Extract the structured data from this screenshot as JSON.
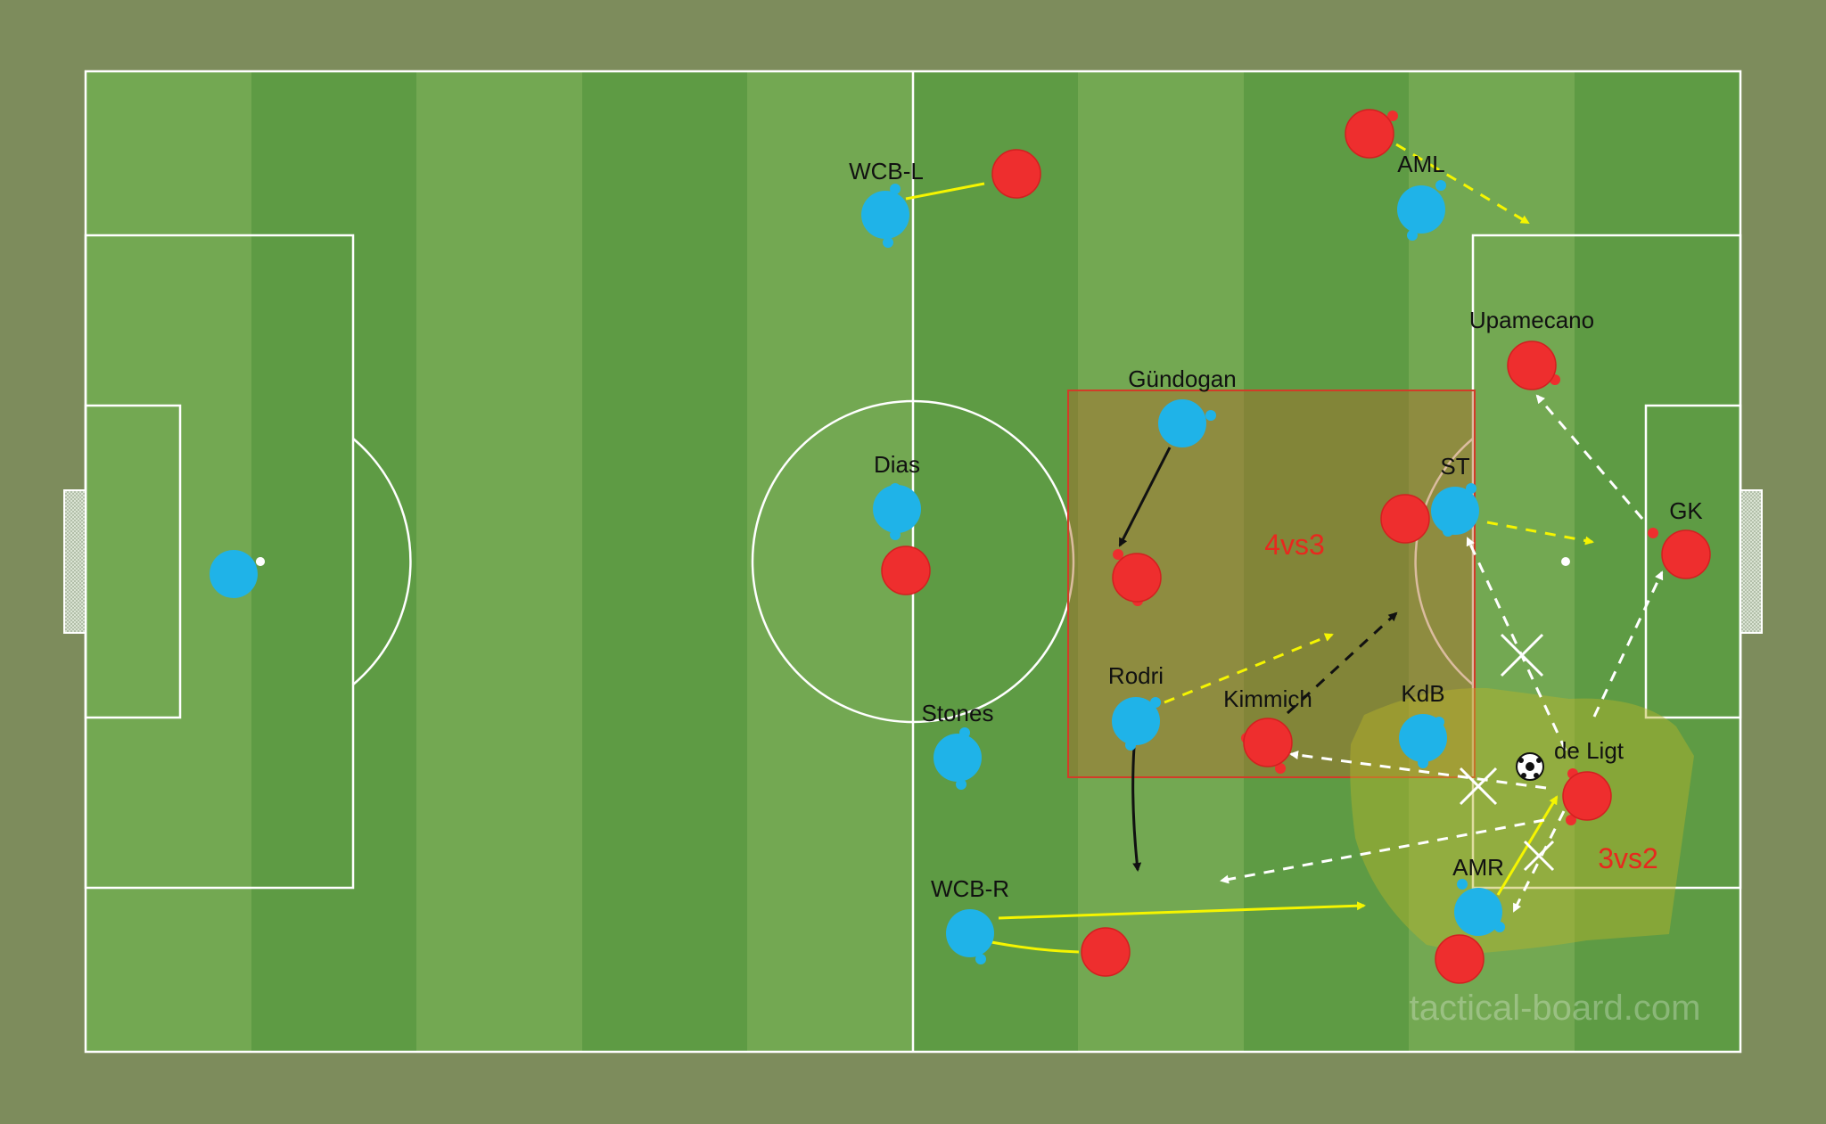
{
  "board": {
    "watermark": "tactical-board.com",
    "colors": {
      "background": "#7d8c5c",
      "stripe_light": "#73a852",
      "stripe_dark": "#5e9b44",
      "lines": "#ffffff",
      "team_blue": "#1fb3e8",
      "team_red": "#ee2e2e",
      "arrow_yellow": "#f5f500",
      "arrow_white": "#ffffff",
      "arrow_black": "#111111",
      "zone_orange": "#b06a2a",
      "zone_yellow": "#b8b42a"
    }
  },
  "players": {
    "blue_gk": {
      "label": "",
      "team": "blue"
    },
    "wcb_l": {
      "label": "WCB-L",
      "team": "blue"
    },
    "aml": {
      "label": "AML",
      "team": "blue"
    },
    "gundogan": {
      "label": "Gündogan",
      "team": "blue"
    },
    "dias": {
      "label": "Dias",
      "team": "blue"
    },
    "st": {
      "label": "ST",
      "team": "blue"
    },
    "rodri": {
      "label": "Rodri",
      "team": "blue"
    },
    "stones": {
      "label": "Stones",
      "team": "blue"
    },
    "kdb": {
      "label": "KdB",
      "team": "blue"
    },
    "wcb_r": {
      "label": "WCB-R",
      "team": "blue"
    },
    "amr": {
      "label": "AMR",
      "team": "blue"
    },
    "red_top_mid": {
      "label": "",
      "team": "red"
    },
    "red_top_right": {
      "label": "",
      "team": "red"
    },
    "upamecano": {
      "label": "Upamecano",
      "team": "red"
    },
    "red_center": {
      "label": "",
      "team": "red"
    },
    "red_gundogan_mark": {
      "label": "",
      "team": "red"
    },
    "red_st_mark": {
      "label": "",
      "team": "red"
    },
    "gk": {
      "label": "GK",
      "team": "red"
    },
    "kimmich": {
      "label": "Kimmich",
      "team": "red"
    },
    "de_ligt": {
      "label": "de Ligt",
      "team": "red"
    },
    "red_bottom_mid": {
      "label": "",
      "team": "red"
    },
    "red_bottom_right": {
      "label": "",
      "team": "red"
    }
  },
  "annotations": {
    "box_ratio": "4vs3",
    "zone_ratio": "3vs2"
  }
}
